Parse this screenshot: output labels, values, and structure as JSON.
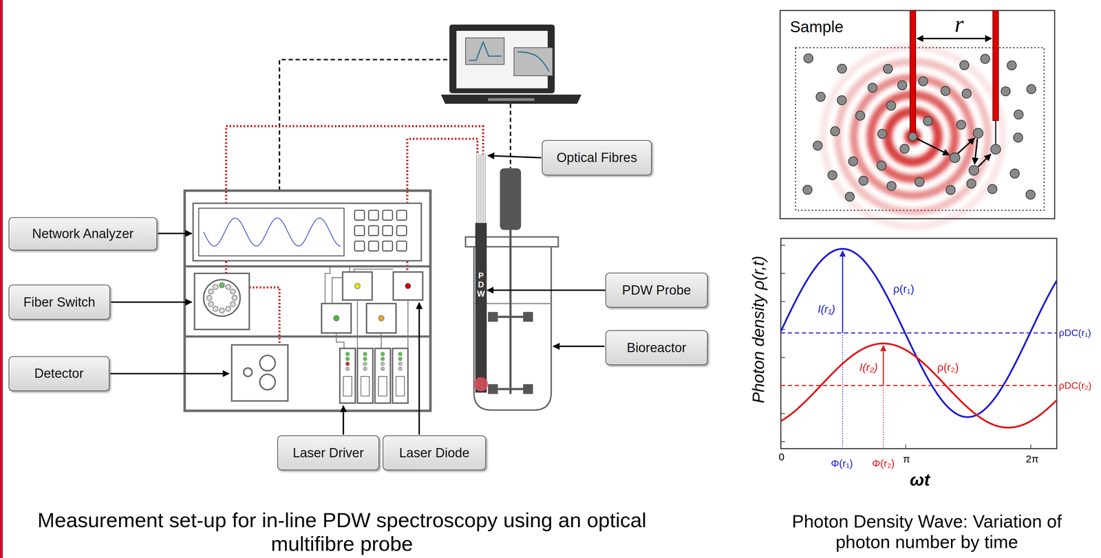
{
  "diagram": {
    "nodes": [
      {
        "text": [
          "Network Analyzer"
        ]
      },
      {
        "text": [
          "Optical Fibres"
        ]
      },
      {
        "text": [
          "Fiber Switch"
        ]
      },
      {
        "text": [
          "PDW"
        ]
      },
      {
        "text": [
          "PDW Probe"
        ]
      },
      {
        "text": [
          "Bioreactor"
        ]
      },
      {
        "text": [
          "Detector"
        ]
      },
      {
        "text": [
          "Laser Driver"
        ]
      },
      {
        "text": [
          "Laser Diode"
        ]
      }
    ],
    "edges": [
      {
        "from": 4,
        "to": 3,
        "arrow": "to"
      }
    ],
    "labels": [
      "Sample",
      "r",
      "Photon density ρ(r,t)",
      "I(r₁)",
      "ρ(r₁)",
      "I(r₂)",
      "ρ(r₂)",
      "ρDC(r₁)",
      "ρDC(r₂)",
      "0",
      "Φ(r₁)",
      "Φ(r₂)",
      "π",
      "2π",
      "ωt",
      "Measurement set-up for in-line PDW spectroscopy using an optical multifibre probe",
      "Photon Density Wave: Variation of photon number by time"
    ]
  }
}
